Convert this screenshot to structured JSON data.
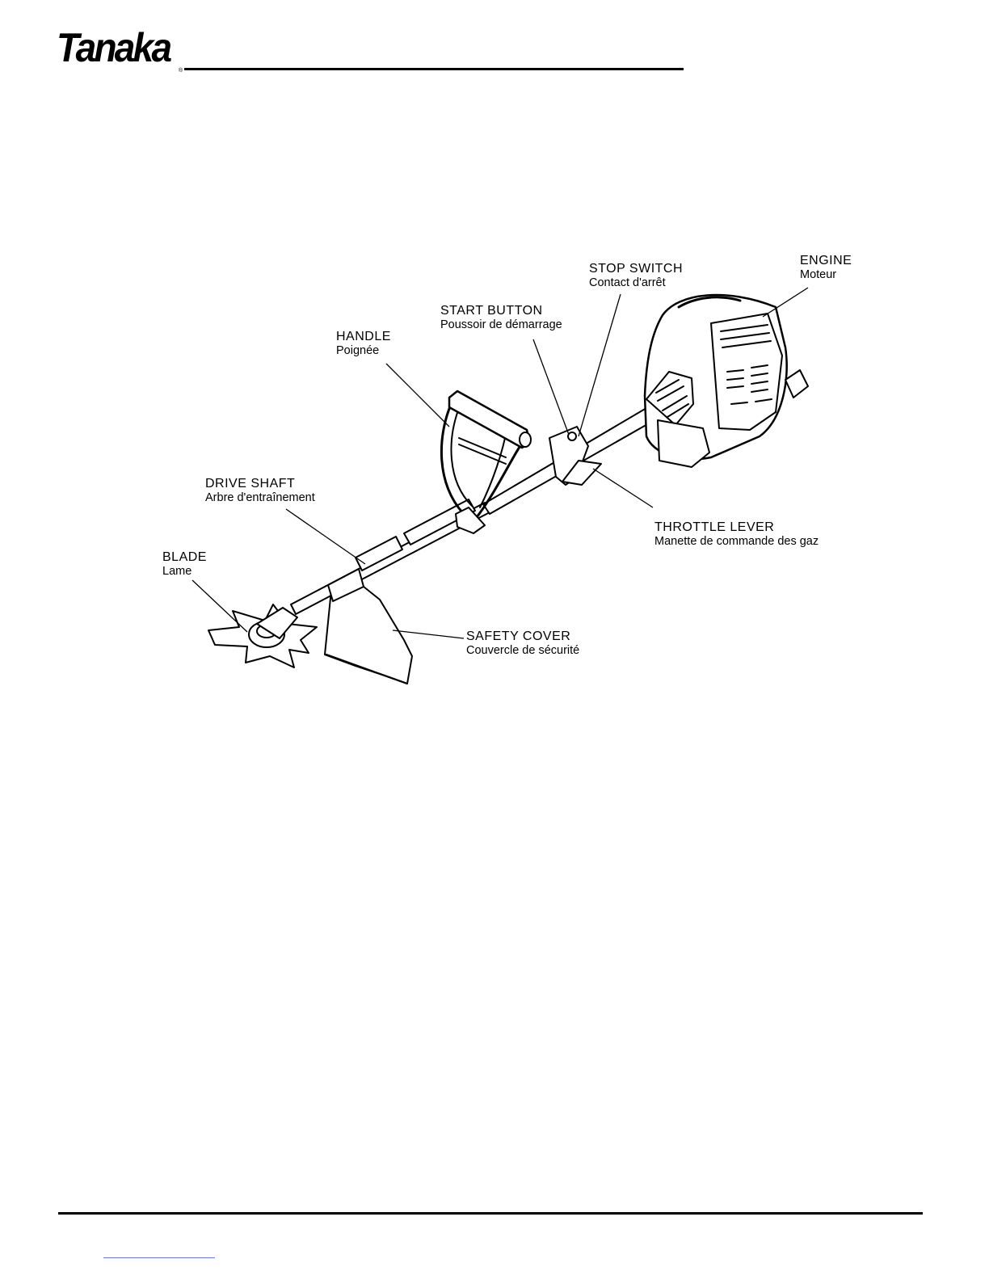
{
  "header": {
    "logo_text": "Tanaka",
    "logo_mark": "®"
  },
  "labels": {
    "engine": {
      "en": "ENGINE",
      "fr": "Moteur"
    },
    "stop": {
      "en": "STOP SWITCH",
      "fr": "Contact d'arrêt"
    },
    "start": {
      "en": "START BUTTON",
      "fr": "Poussoir de démarrage"
    },
    "handle": {
      "en": "HANDLE",
      "fr": "Poignée"
    },
    "drive": {
      "en": "DRIVE SHAFT",
      "fr": "Arbre d'entraînement"
    },
    "throttle": {
      "en": "THROTTLE LEVER",
      "fr": "Manette de commande des gaz"
    },
    "blade": {
      "en": "BLADE",
      "fr": "Lame"
    },
    "cover": {
      "en": "SAFETY COVER",
      "fr": "Couvercle de sécurité"
    }
  },
  "illustration": {
    "icon": "brush-cutter-illustration"
  }
}
